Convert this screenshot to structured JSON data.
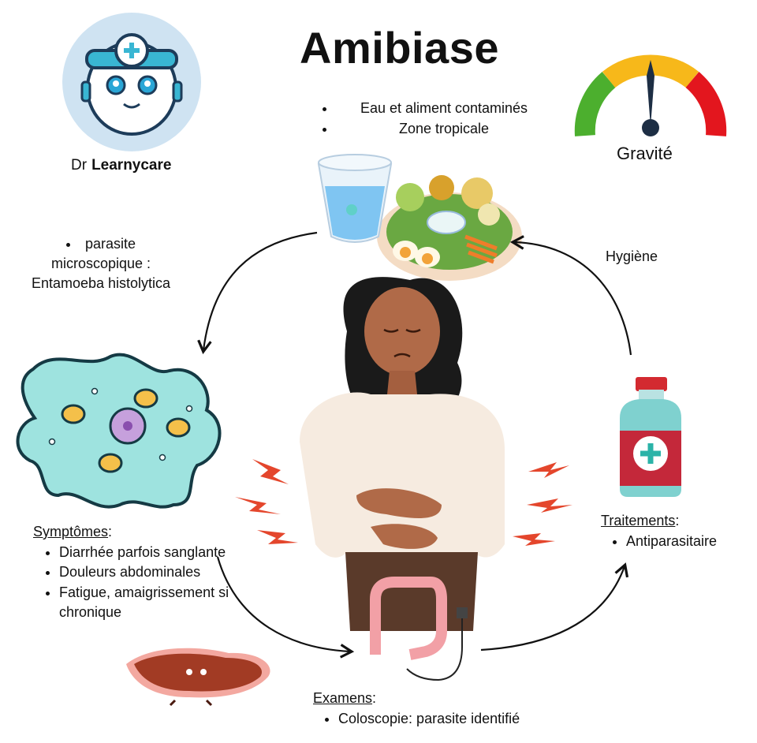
{
  "title": "Amibiase",
  "brand": {
    "prefix": "Dr",
    "name": "Learnycare"
  },
  "gauge_label": "Gravité",
  "risk_factors": [
    "Eau et aliment contaminés",
    "Zone tropicale"
  ],
  "parasite": "parasite microscopique : Entamoeba histolytica",
  "hygiene": "Hygiène",
  "symptoms": {
    "heading": "Symptômes",
    "items": [
      "Diarrhée parfois sanglante",
      "Douleurs abdominales",
      "Fatigue, amaigrissement si chronique"
    ]
  },
  "treatment": {
    "heading": "Traitements",
    "items": [
      "Antiparasitaire"
    ]
  },
  "exams": {
    "heading": "Examens",
    "items": [
      "Coloscopie: parasite identifié"
    ]
  },
  "colors": {
    "gauge_green": "#4caf2e",
    "gauge_yellow": "#f7b81a",
    "gauge_red": "#e3161e",
    "amoeba": "#9ee3df",
    "bottle_red": "#c4283a",
    "bottle_teal": "#7fd1cf",
    "pain_flash": "#e4462c",
    "skin": "#b06a48",
    "sweater": "#f6ebe0"
  }
}
